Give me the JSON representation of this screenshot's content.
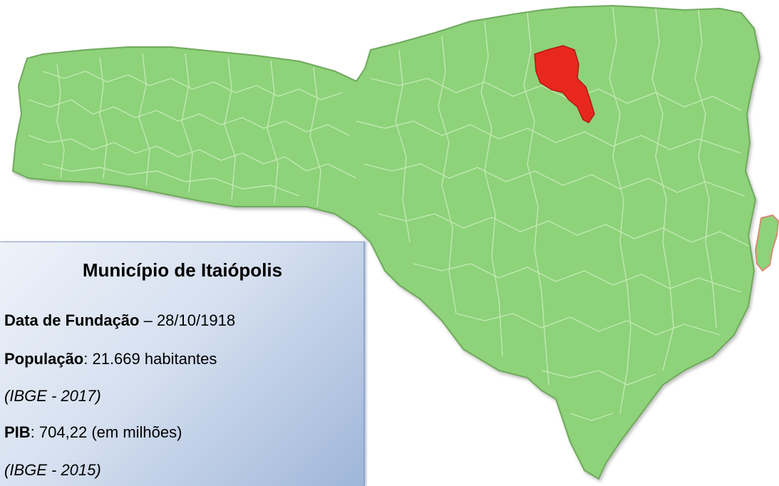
{
  "info": {
    "title": "Município de Itaiópolis",
    "founding_label": "Data de Fundação",
    "founding_value": " – 28/10/1918",
    "population_label": "População",
    "population_value": ": 21.669 habitantes",
    "population_source": "(IBGE - 2017)",
    "pib_label": "PIB",
    "pib_value": ": 704,22 (em milhões)",
    "pib_source": "(IBGE - 2015)"
  },
  "colors": {
    "state_fill": "#8ed27a",
    "state_border": "#6fa95d",
    "municipal_lines": "#c8ecb8",
    "highlight_fill": "#e8281e",
    "highlight_border": "#b51810",
    "island_outline": "#d98a76"
  }
}
